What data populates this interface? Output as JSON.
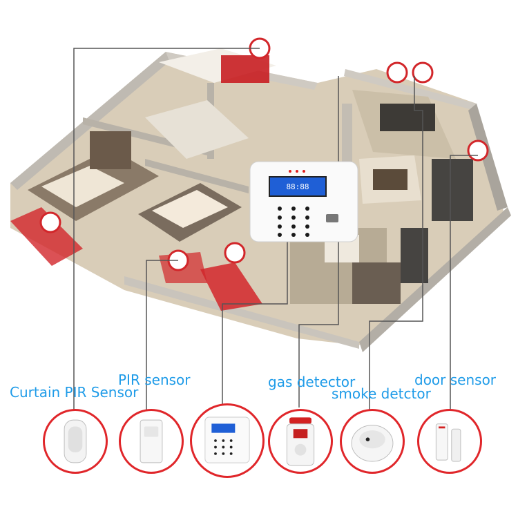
{
  "image": {
    "colors": {
      "label_text": "#1e9be8",
      "accent_red": "#e0262a",
      "leader_line": "#555555"
    }
  },
  "panel": {
    "display_digits": "88:88"
  },
  "labels": {
    "curtain_pir": "Curtain PIR Sensor",
    "pir": "PIR sensor",
    "gas": "gas detector",
    "smoke": "smoke detctor",
    "door": "door sensor"
  },
  "products": [
    {
      "name": "curtain-pir-sensor",
      "icon": "curtain-pir-icon"
    },
    {
      "name": "pir-sensor",
      "icon": "pir-icon"
    },
    {
      "name": "alarm-panel",
      "icon": "alarm-panel-icon"
    },
    {
      "name": "gas-detector",
      "icon": "gas-detector-icon"
    },
    {
      "name": "smoke-detector",
      "icon": "smoke-detector-icon"
    },
    {
      "name": "door-sensor",
      "icon": "door-sensor-icon"
    }
  ]
}
